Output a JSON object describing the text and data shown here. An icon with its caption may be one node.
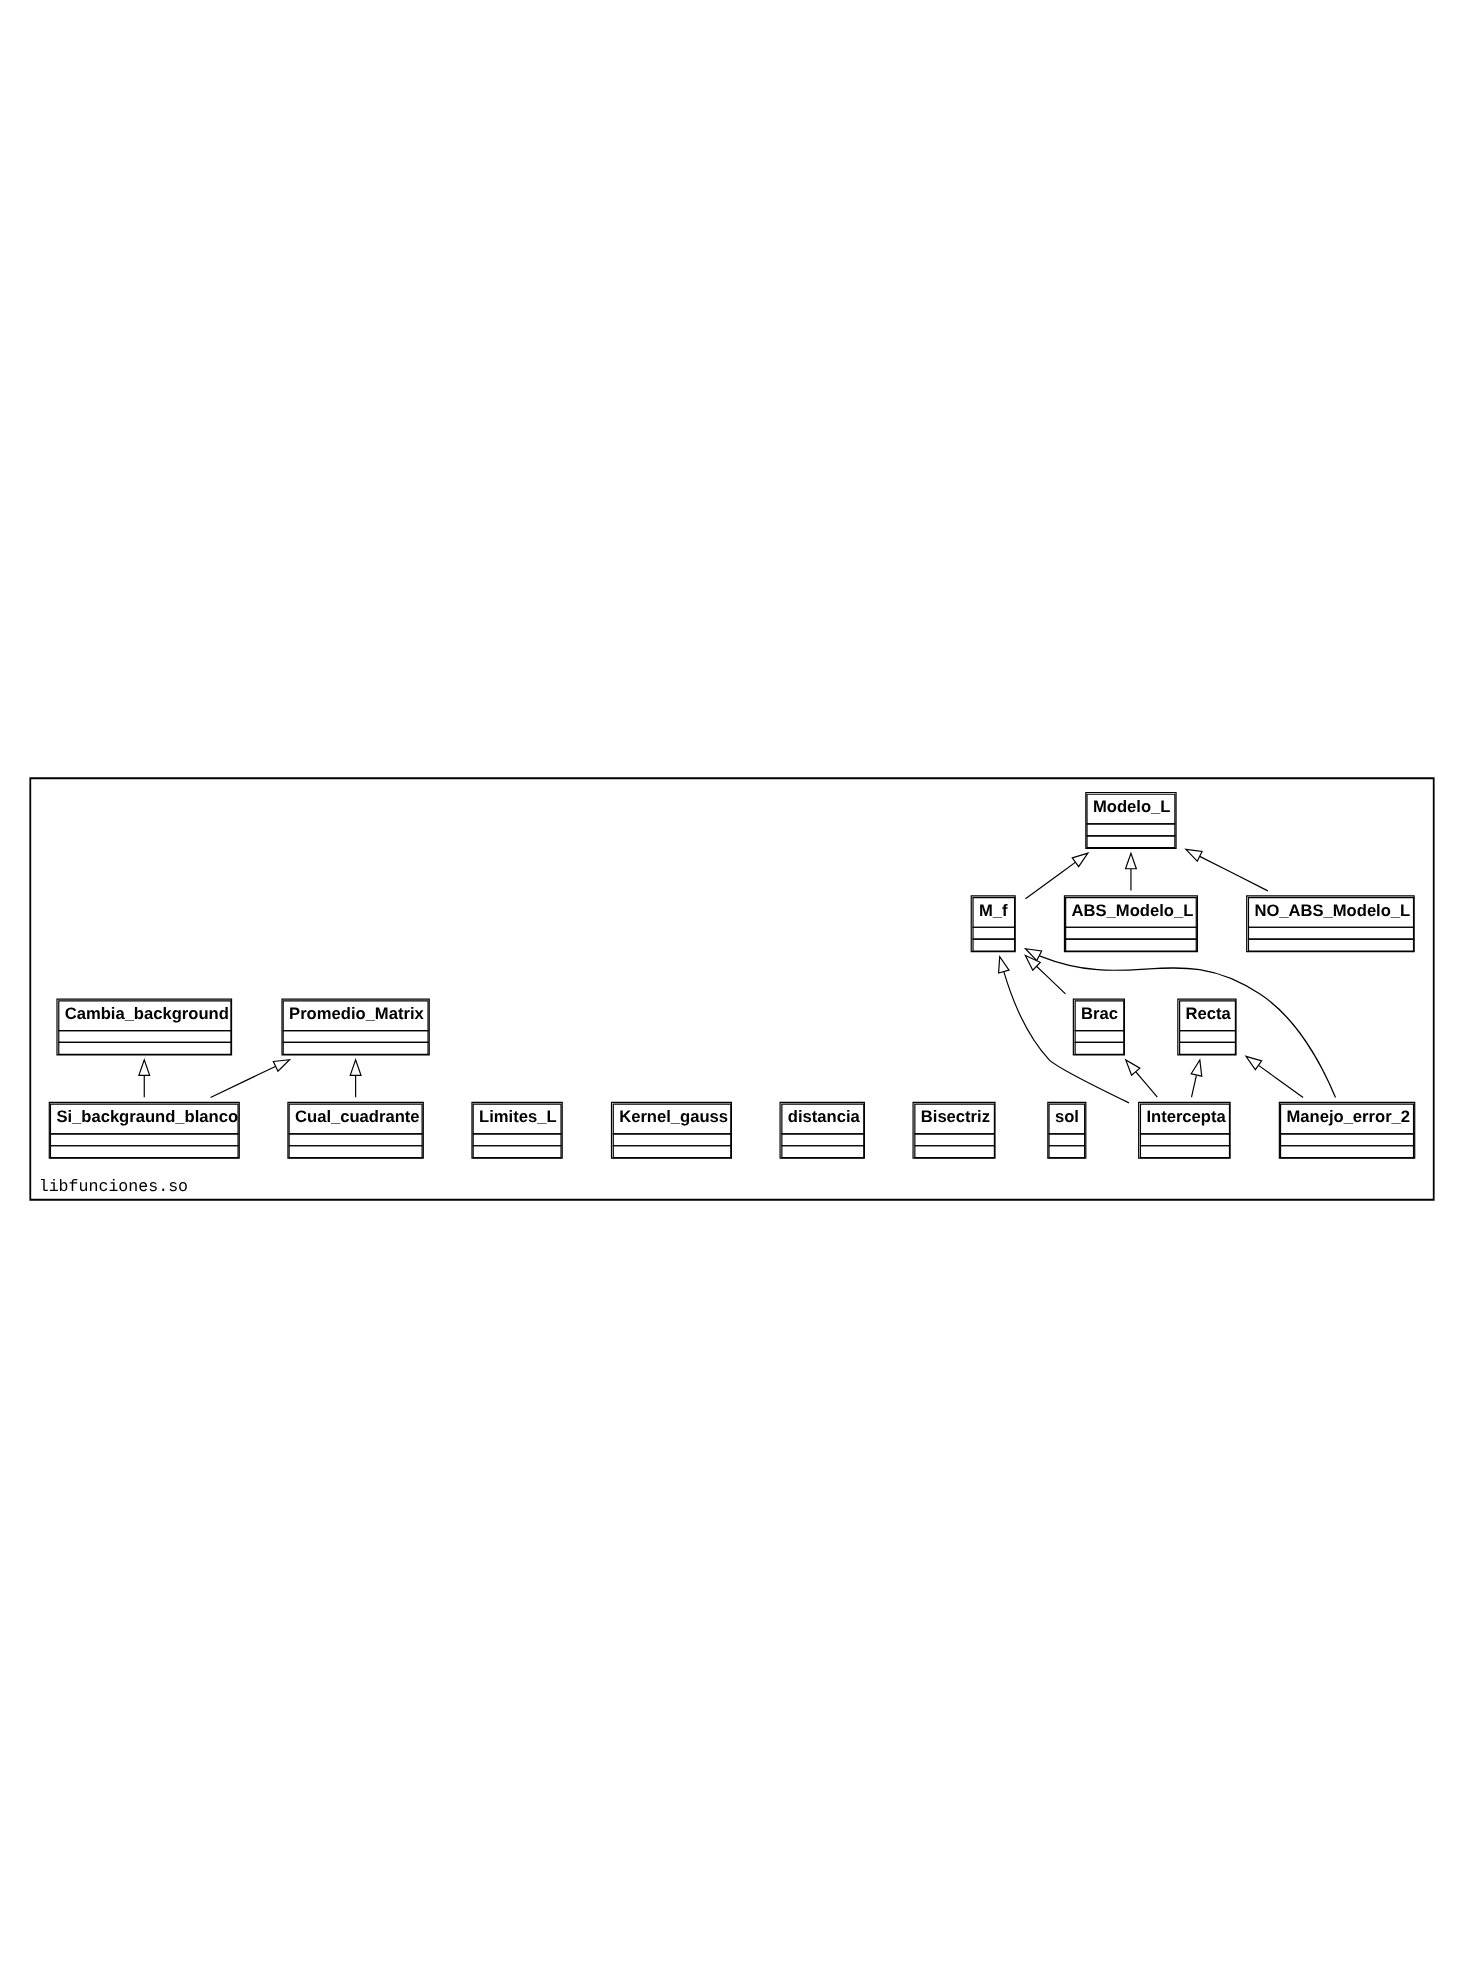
{
  "diagram": {
    "nodes": [
      {
        "text": [
          "libfunciones.so"
        ]
      },
      {
        "text": [
          "Modelo_L"
        ],
        "in": 0
      },
      {
        "text": [
          "NO_ABS_Modelo_L"
        ],
        "in": 0
      },
      {
        "text": [
          "ABS_Modelo_L"
        ],
        "in": 0
      },
      {
        "text": [
          "M_f"
        ],
        "in": 0
      },
      {
        "text": [
          "Manejo_error_2"
        ],
        "in": 0
      },
      {
        "text": [
          "Brac"
        ],
        "in": 0
      },
      {
        "text": [
          "Intercepta"
        ],
        "in": 0
      },
      {
        "text": [
          "Recta"
        ],
        "in": 0
      },
      {
        "text": [
          "sol"
        ],
        "in": 0
      },
      {
        "text": [
          "Bisectriz"
        ],
        "in": 0
      },
      {
        "text": [
          "distancia"
        ],
        "in": 0
      },
      {
        "text": [
          "Kernel_gauss"
        ],
        "in": 0
      },
      {
        "text": [
          "Limites_L"
        ],
        "in": 0
      },
      {
        "text": [
          "Promedio_Matrix"
        ],
        "in": 0
      },
      {
        "text": [
          "Cambia_background"
        ],
        "in": 0
      },
      {
        "text": [
          "Cual_cuadrante"
        ],
        "in": 0
      },
      {
        "text": [
          "Si_backgraund_blanco"
        ],
        "in": 0
      }
    ],
    "edges": [
      {
        "from": 2,
        "to": 1,
        "arrow": "to"
      },
      {
        "from": 3,
        "to": 1,
        "arrow": "to"
      },
      {
        "from": 4,
        "to": 1,
        "arrow": "to"
      },
      {
        "from": 5,
        "to": 8,
        "arrow": "to"
      },
      {
        "from": 6,
        "to": 4,
        "arrow": "to"
      },
      {
        "from": 7,
        "to": 4,
        "arrow": "to"
      },
      {
        "from": 5,
        "to": 4,
        "arrow": "to"
      },
      {
        "from": 7,
        "to": 6,
        "arrow": "to"
      },
      {
        "from": 7,
        "to": 8,
        "arrow": "to"
      },
      {
        "from": 16,
        "to": 14,
        "arrow": "to"
      },
      {
        "from": 17,
        "to": 14,
        "arrow": "to"
      },
      {
        "from": 17,
        "to": 15,
        "arrow": "to"
      }
    ]
  }
}
